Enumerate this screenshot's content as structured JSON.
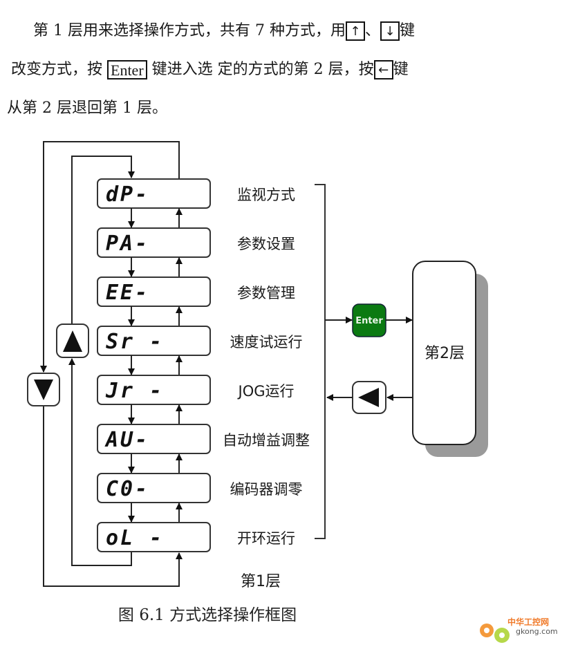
{
  "intro": {
    "line1": {
      "before": "　第 1 层用来选择操作方式，共有 7 种方式，用",
      "key_up": "↑",
      "sep": "、",
      "key_down": "↓",
      "after": "键"
    },
    "line2": {
      "before": "改变方式，按 ",
      "key_enter": "Enter",
      "middle": " 键进入选 定的方式的第 2 层，按",
      "key_back": "←",
      "after": "键"
    },
    "line3": "从第 2 层退回第 1 层。"
  },
  "diagram": {
    "modes": [
      {
        "display": "dP-",
        "label": "监视方式"
      },
      {
        "display": "PA-",
        "label": "参数设置"
      },
      {
        "display": "EE-",
        "label": "参数管理"
      },
      {
        "display": "Sr -",
        "label": "速度试运行"
      },
      {
        "display": "Jr -",
        "label": "JOG运行"
      },
      {
        "display": "AU-",
        "label": "自动增益调整"
      },
      {
        "display": "C0-",
        "label": "编码器调零"
      },
      {
        "display": "oL -",
        "label": "开环运行"
      }
    ],
    "up_button_icon": "triangle-up",
    "down_button_icon": "triangle-down",
    "enter_button_label": "Enter",
    "back_button_icon": "triangle-left",
    "layer1_label": "第1层",
    "layer2_label": "第2层",
    "colors": {
      "enter_fill": "#0b7a12",
      "shadow": "#9a9a9a",
      "stroke": "#222222"
    }
  },
  "caption": "图 6.1 方式选择操作框图",
  "watermark": {
    "cn": "中华工控网",
    "en": "gkong.com"
  }
}
